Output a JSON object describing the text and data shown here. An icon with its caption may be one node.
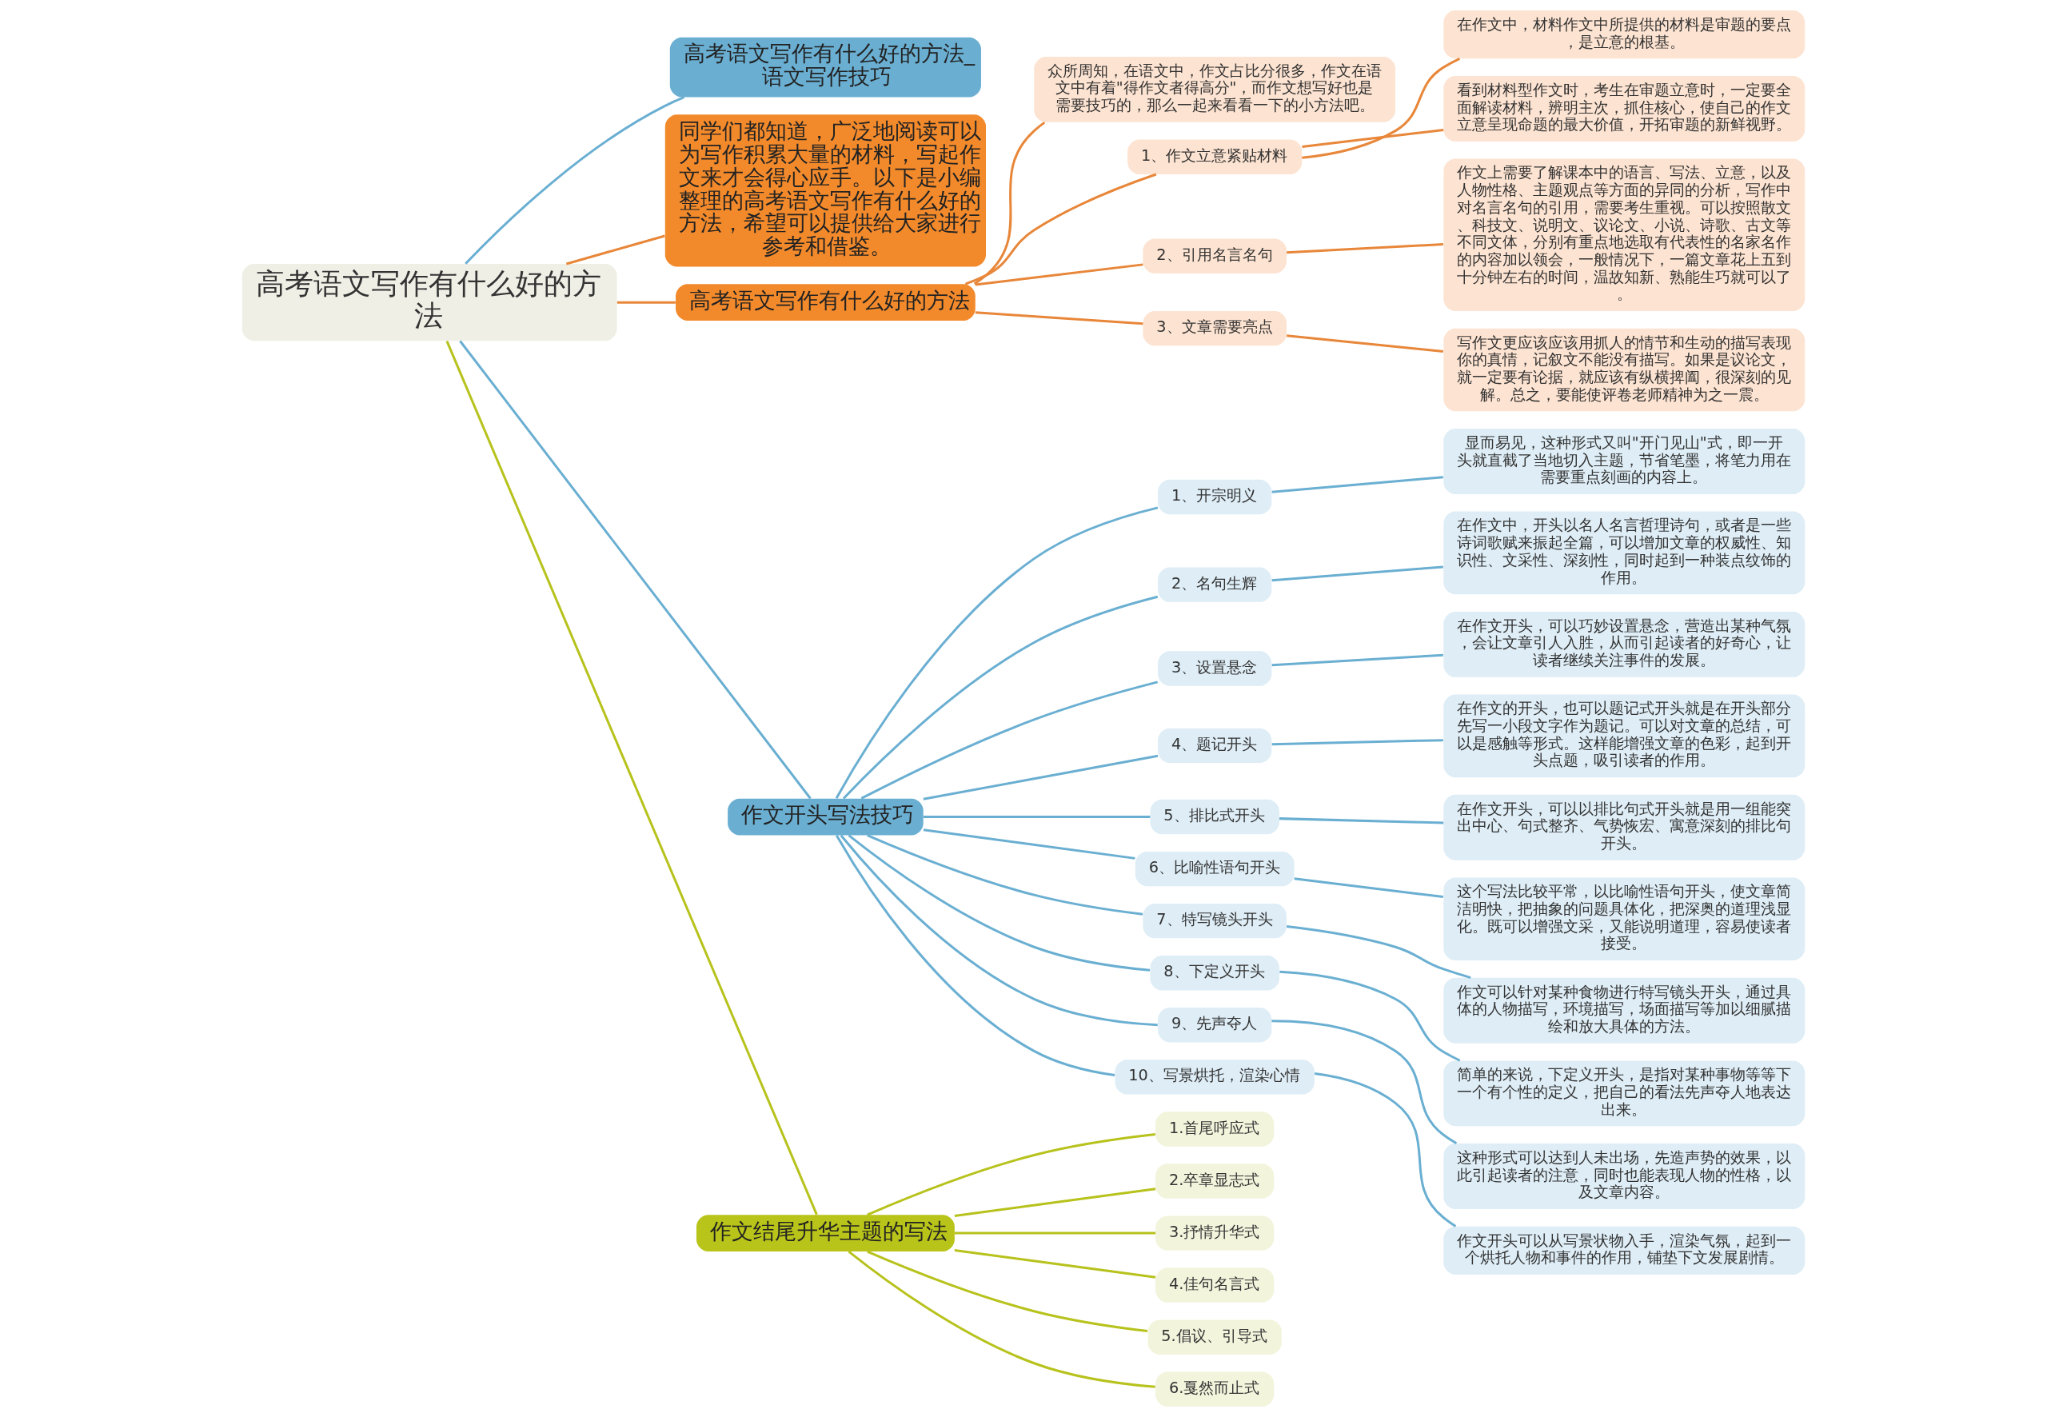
{
  "diagram": {
    "nodes": [
      {
        "text": [
          "高考语文写作有什么好的方法"
        ]
      },
      {
        "text": [
          "高考语文写作有什么好的方法_语文写作技巧"
        ]
      },
      {
        "text": [
          "同学们都知道，广泛地阅读可以为写作积累大量的材料，写起作文来才会得心应手。以下是小编整理的高考语文写作有什么好的方法，希望可以提供给大家进行参考和借鉴。"
        ]
      },
      {
        "text": [
          "高考语文写作有什么好的方法"
        ]
      },
      {
        "text": [
          "众所周知，在语文中，作文占比分很多，作文在语文中有着\"得作文者得高分\"，而作文想写好也是需要技巧的，那么一起来看看一下的小方法吧。"
        ]
      },
      {
        "text": [
          "1、作文立意紧贴材料"
        ]
      },
      {
        "text": [
          "在作文中，材料作文中所提供的材料是审题的要点，是立意的根基。"
        ]
      },
      {
        "text": [
          "看到材料型作文时，考生在审题立意时，一定要全面解读材料，辨明主次，抓住核心，使自己的作文立意呈现命题的最大价值，开拓审题的新鲜视野。"
        ]
      },
      {
        "text": [
          "2、引用名言名句"
        ]
      },
      {
        "text": [
          "作文上需要了解课本中的语言、写法、立意，以及人物性格、主题观点等方面的异同的分析，写作中对名言名句的引用，需要考生重视。可以按照散文、科技文、说明文、议论文、小说、诗歌、古文等不同文体，分别有重点地选取有代表性的名家名作的内容加以领会，一般情况下，一篇文章花上五到十分钟左右的时间，温故知新、熟能生巧就可以了。"
        ]
      },
      {
        "text": [
          "3、文章需要亮点"
        ]
      },
      {
        "text": [
          "写作文更应该应该用抓人的情节和生动的描写表现你的真情，记叙文不能没有描写。如果是议论文，就一定要有论据，就应该有纵横捭阖，很深刻的见解。总之，要能使评卷老师精神为之一震。"
        ]
      },
      {
        "text": [
          "作文开头写法技巧"
        ]
      },
      {
        "text": [
          "1、开宗明义"
        ]
      },
      {
        "text": [
          "显而易见，这种形式又叫\"开门见山\"式，即一开头就直截了当地切入主题，节省笔墨，将笔力用在需要重点刻画的内容上。"
        ]
      },
      {
        "text": [
          "2、名句生辉"
        ]
      },
      {
        "text": [
          "在作文中，开头以名人名言哲理诗句，或者是一些诗词歌赋来振起全篇，可以增加文章的权威性、知识性、文采性、深刻性，同时起到一种装点纹饰的作用。"
        ]
      },
      {
        "text": [
          "3、设置悬念"
        ]
      },
      {
        "text": [
          "在作文开头，可以巧妙设置悬念，营造出某种气氛，会让文章引人入胜，从而引起读者的好奇心，让读者继续关注事件的发展。"
        ]
      },
      {
        "text": [
          "4、题记开头"
        ]
      },
      {
        "text": [
          "在作文的开头，也可以题记式开头就是在开头部分先写一小段文字作为题记。可以对文章的总结，可以是感触等形式。这样能增强文章的色彩，起到开头点题，吸引读者的作用。"
        ]
      },
      {
        "text": [
          "5、排比式开头"
        ]
      },
      {
        "text": [
          "在作文开头，可以以排比句式开头就是用一组能突出中心、句式整齐、气势恢宏、寓意深刻的排比句开头。"
        ]
      },
      {
        "text": [
          "6、比喻性语句开头"
        ]
      },
      {
        "text": [
          "这个写法比较平常，以比喻性语句开头，使文章简洁明快，把抽象的问题具体化，把深奥的道理浅显化。既可以增强文采，又能说明道理，容易使读者接受。"
        ]
      },
      {
        "text": [
          "7、特写镜头开头"
        ]
      },
      {
        "text": [
          "作文可以针对某种食物进行特写镜头开头，通过具体的人物描写，环境描写，场面描写等加以细腻描绘和放大具体的方法。"
        ]
      },
      {
        "text": [
          "8、下定义开头"
        ]
      },
      {
        "text": [
          "简单的来说，下定义开头，是指对某种事物等等下一个有个性的定义，把自己的看法先声夺人地表达出来。"
        ]
      },
      {
        "text": [
          "9、先声夺人"
        ]
      },
      {
        "text": [
          "这种形式可以达到人未出场，先造声势的效果，以此引起读者的注意，同时也能表现人物的性格，以及文章内容。"
        ]
      },
      {
        "text": [
          "10、写景烘托，渲染心情"
        ]
      },
      {
        "text": [
          "作文开头可以从写景状物入手，渲染气氛，起到一个烘托人物和事件的作用，铺垫下文发展剧情。"
        ]
      },
      {
        "text": [
          "作文结尾升华主题的写法"
        ]
      },
      {
        "text": [
          "1.首尾呼应式"
        ]
      },
      {
        "text": [
          "2.卒章显志式"
        ]
      },
      {
        "text": [
          "3.抒情升华式"
        ]
      },
      {
        "text": [
          "4.佳句名言式"
        ]
      },
      {
        "text": [
          "5.倡议、引导式"
        ]
      },
      {
        "text": [
          "6.戛然而止式"
        ]
      }
    ],
    "edges": [
      {
        "from": 0,
        "to": 1,
        "arrow": "none"
      },
      {
        "from": 0,
        "to": 2,
        "arrow": "none",
        "color": "#e8873a"
      },
      {
        "from": 0,
        "to": 3,
        "arrow": "none",
        "color": "#e8873a"
      },
      {
        "from": 3,
        "to": 4,
        "arrow": "none",
        "color": "#e8873a"
      },
      {
        "from": 3,
        "to": 5,
        "arrow": "none",
        "color": "#e8873a"
      },
      {
        "from": 5,
        "to": 6,
        "arrow": "none",
        "color": "#e8873a"
      },
      {
        "from": 5,
        "to": 7,
        "arrow": "none",
        "color": "#e8873a"
      },
      {
        "from": 3,
        "to": 8,
        "arrow": "none",
        "color": "#e8873a"
      },
      {
        "from": 8,
        "to": 9,
        "arrow": "none",
        "color": "#e8873a"
      },
      {
        "from": 3,
        "to": 10,
        "arrow": "none",
        "color": "#e8873a"
      },
      {
        "from": 10,
        "to": 11,
        "arrow": "none",
        "color": "#e8873a"
      },
      {
        "from": 0,
        "to": 12,
        "arrow": "none"
      },
      {
        "from": 12,
        "to": 13,
        "arrow": "none"
      },
      {
        "from": 13,
        "to": 14,
        "arrow": "none"
      },
      {
        "from": 12,
        "to": 15,
        "arrow": "none"
      },
      {
        "from": 15,
        "to": 16,
        "arrow": "none"
      },
      {
        "from": 12,
        "to": 17,
        "arrow": "none"
      },
      {
        "from": 17,
        "to": 18,
        "arrow": "none"
      },
      {
        "from": 12,
        "to": 19,
        "arrow": "none"
      },
      {
        "from": 19,
        "to": 20,
        "arrow": "none"
      },
      {
        "from": 12,
        "to": 21,
        "arrow": "none"
      },
      {
        "from": 21,
        "to": 22,
        "arrow": "none"
      },
      {
        "from": 12,
        "to": 23,
        "arrow": "none"
      },
      {
        "from": 23,
        "to": 24,
        "arrow": "none"
      },
      {
        "from": 12,
        "to": 25,
        "arrow": "none"
      },
      {
        "from": 25,
        "to": 26,
        "arrow": "none"
      },
      {
        "from": 12,
        "to": 27,
        "arrow": "none"
      },
      {
        "from": 27,
        "to": 28,
        "arrow": "none"
      },
      {
        "from": 12,
        "to": 29,
        "arrow": "none"
      },
      {
        "from": 29,
        "to": 30,
        "arrow": "none"
      },
      {
        "from": 12,
        "to": 31,
        "arrow": "none"
      },
      {
        "from": 31,
        "to": 32,
        "arrow": "none"
      },
      {
        "from": 0,
        "to": 33,
        "arrow": "none",
        "color": "#b7c21c"
      },
      {
        "from": 33,
        "to": 34,
        "arrow": "none",
        "color": "#b7c21c"
      },
      {
        "from": 33,
        "to": 35,
        "arrow": "none",
        "color": "#b7c21c"
      },
      {
        "from": 33,
        "to": 36,
        "arrow": "none",
        "color": "#b7c21c"
      },
      {
        "from": 33,
        "to": 37,
        "arrow": "none",
        "color": "#b7c21c"
      },
      {
        "from": 33,
        "to": 38,
        "arrow": "none",
        "color": "#b7c21c"
      },
      {
        "from": 33,
        "to": 39,
        "arrow": "none",
        "color": "#b7c21c"
      }
    ]
  }
}
